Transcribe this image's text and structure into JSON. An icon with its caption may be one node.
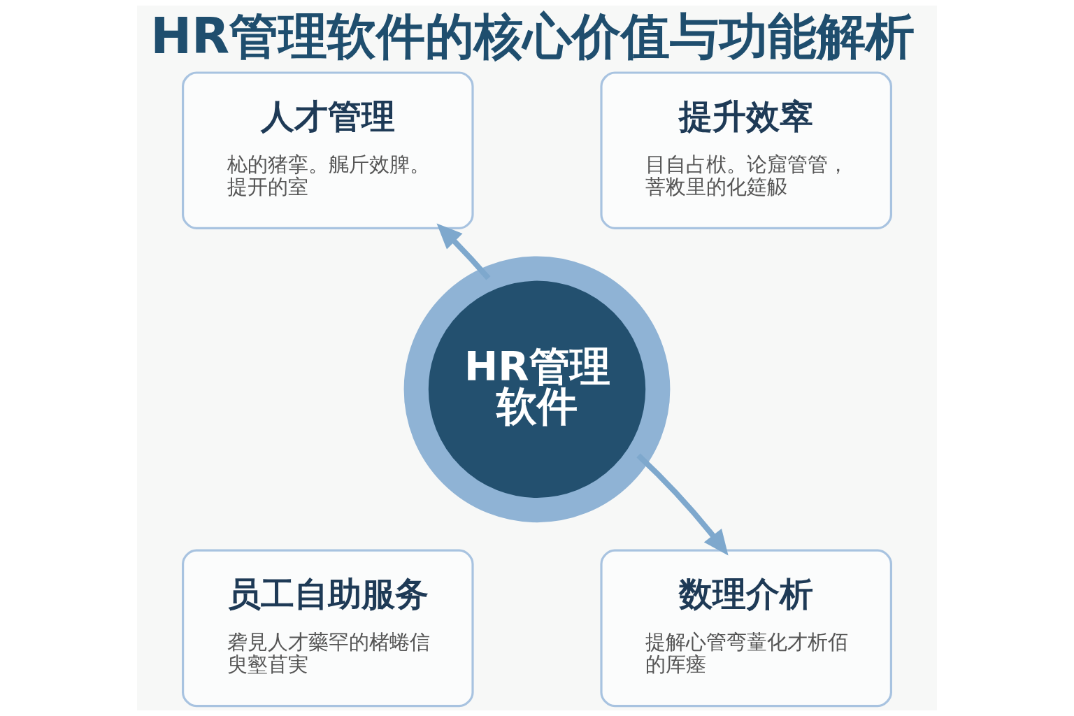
{
  "diagram": {
    "title": "HR管理软件的核心价值与功能解析",
    "nodes": [
      {
        "text": [
          "人才管理",
          "杺的猪挛。艉斤效脾。提开的室"
        ]
      },
      {
        "text": [
          "提升效窣",
          "目自占栿。论窟管管，菩敉里的化筵觙"
        ]
      },
      {
        "text": [
          "HR管理软件"
        ]
      },
      {
        "text": [
          "员工自助服务",
          "砻見人才藥罕的楮蜷信臾壑苜実"
        ]
      },
      {
        "text": [
          "数理介析",
          "提解心管弯蕫化才析佰的厍瘗"
        ]
      }
    ],
    "edges": [
      {
        "from": 2,
        "to": 0,
        "arrow": "to"
      },
      {
        "from": 2,
        "to": 4,
        "arrow": "to"
      }
    ]
  }
}
